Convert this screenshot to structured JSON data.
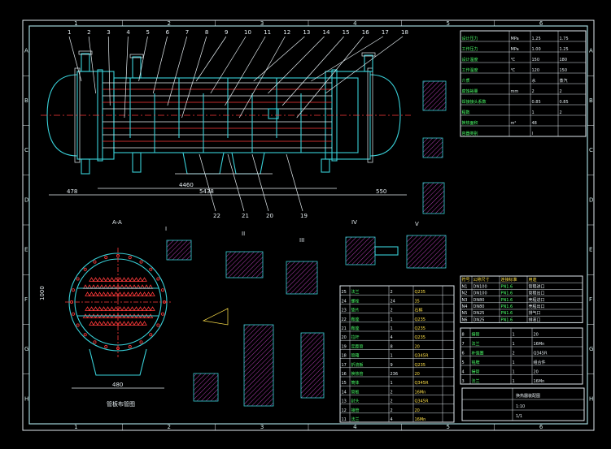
{
  "title_block": {
    "drawing_title": "换热器装配图",
    "scale": "1:10",
    "sheet": "1/1"
  },
  "grid": {
    "columns_top": [
      "1",
      "2",
      "3",
      "4",
      "5",
      "6"
    ],
    "columns_bottom": [
      "1",
      "2",
      "3",
      "4",
      "5",
      "6"
    ],
    "rows_left": [
      "A",
      "B",
      "C",
      "D",
      "E",
      "F",
      "G",
      "H"
    ],
    "rows_right": [
      "A",
      "B",
      "C",
      "D",
      "E",
      "F",
      "G",
      "H"
    ]
  },
  "main_view": {
    "balloons_top": [
      "1",
      "2",
      "3",
      "4",
      "5",
      "6",
      "7",
      "8",
      "9",
      "10",
      "11",
      "12",
      "13",
      "14",
      "15",
      "16",
      "17",
      "18"
    ],
    "balloons_bottom": [
      "22",
      "21",
      "20",
      "19"
    ],
    "dim_overall": "5438",
    "dim_tubes": "4460",
    "dim_left": "478",
    "dim_right": "550"
  },
  "section_view": {
    "label": "A-A",
    "dim_height": "1000",
    "dim_base": "480",
    "bottom_label": "管板布管图"
  },
  "detail_labels": {
    "d1": "I",
    "d2": "II",
    "d3": "III",
    "d4": "IV",
    "d5": "V"
  },
  "right_table_rows": [
    [
      "设计压力",
      "MPa",
      "1.25",
      "1.75"
    ],
    [
      "工作压力",
      "MPa",
      "1.00",
      "1.25"
    ],
    [
      "设计温度",
      "℃",
      "150",
      "180"
    ],
    [
      "工作温度",
      "℃",
      "120",
      "150"
    ],
    [
      "介质",
      "",
      "水",
      "蒸汽"
    ],
    [
      "腐蚀裕量",
      "mm",
      "2",
      "2"
    ],
    [
      "焊接接头系数",
      "",
      "0.85",
      "0.85"
    ],
    [
      "程数",
      "",
      "1",
      "2"
    ],
    [
      "换热面积",
      "m²",
      "48",
      ""
    ],
    [
      "容器类别",
      "",
      "I",
      ""
    ]
  ],
  "nozzle_table": {
    "headers": [
      "符号",
      "公称尺寸",
      "连接标准",
      "用途"
    ],
    "rows": [
      [
        "N1",
        "DN100",
        "PN1.6",
        "管程进口"
      ],
      [
        "N2",
        "DN100",
        "PN1.6",
        "管程出口"
      ],
      [
        "N3",
        "DN80",
        "PN1.6",
        "壳程进口"
      ],
      [
        "N4",
        "DN80",
        "PN1.6",
        "壳程出口"
      ],
      [
        "N5",
        "DN25",
        "PN1.6",
        "排气口"
      ],
      [
        "N6",
        "DN25",
        "PN1.6",
        "排液口"
      ]
    ]
  },
  "parts_table": {
    "rows": [
      [
        "25",
        "法兰",
        "2",
        "Q235"
      ],
      [
        "24",
        "螺栓",
        "24",
        "35"
      ],
      [
        "23",
        "垫片",
        "2",
        "石棉"
      ],
      [
        "22",
        "鞍座",
        "1",
        "Q235"
      ],
      [
        "21",
        "鞍座",
        "1",
        "Q235"
      ],
      [
        "20",
        "拉杆",
        "4",
        "Q235"
      ],
      [
        "19",
        "定距管",
        "8",
        "20"
      ],
      [
        "18",
        "管箱",
        "1",
        "Q345R"
      ],
      [
        "17",
        "折流板",
        "9",
        "Q235"
      ],
      [
        "16",
        "换热管",
        "236",
        "20"
      ],
      [
        "15",
        "筒体",
        "1",
        "Q345R"
      ],
      [
        "14",
        "管板",
        "2",
        "16Mn"
      ],
      [
        "13",
        "封头",
        "2",
        "Q345R"
      ],
      [
        "12",
        "接管",
        "2",
        "20"
      ],
      [
        "11",
        "法兰",
        "4",
        "16Mn"
      ]
    ]
  },
  "small_table": {
    "rows": [
      [
        "8",
        "接管",
        "1",
        "20"
      ],
      [
        "7",
        "法兰",
        "1",
        "16Mn"
      ],
      [
        "6",
        "补强圈",
        "2",
        "Q345R"
      ],
      [
        "5",
        "铭牌",
        "1",
        "组合件"
      ],
      [
        "4",
        "接管",
        "1",
        "20"
      ],
      [
        "3",
        "法兰",
        "1",
        "16Mn"
      ]
    ]
  }
}
